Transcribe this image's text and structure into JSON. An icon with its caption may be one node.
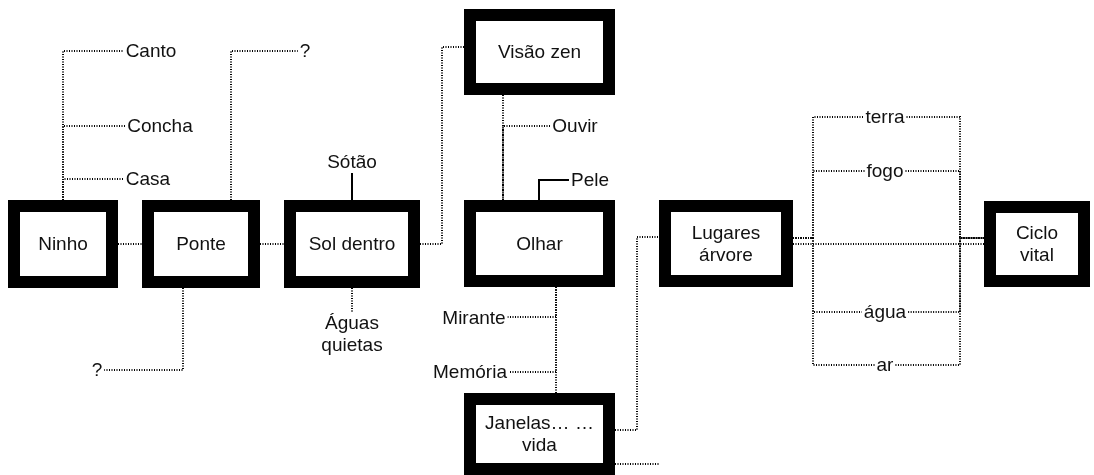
{
  "diagram": {
    "nodes": [
      {
        "text": [
          "Canto"
        ]
      },
      {
        "text": [
          "Concha"
        ]
      },
      {
        "text": [
          "Casa"
        ]
      },
      {
        "text": [
          "?"
        ]
      },
      {
        "text": [
          "Visão zen"
        ]
      },
      {
        "text": [
          "Ouvir"
        ]
      },
      {
        "text": [
          "terra"
        ]
      },
      {
        "text": [
          "Sótão"
        ]
      },
      {
        "text": [
          "Pele"
        ]
      },
      {
        "text": [
          "fogo"
        ]
      },
      {
        "text": [
          "Ninho"
        ]
      },
      {
        "text": [
          "Ponte"
        ]
      },
      {
        "text": [
          "Sol dentro"
        ]
      },
      {
        "text": [
          "Olhar"
        ]
      },
      {
        "text": [
          "Lugares árvore"
        ]
      },
      {
        "text": [
          "Ciclo vital"
        ]
      },
      {
        "text": [
          "Águas quietas"
        ]
      },
      {
        "text": [
          "Mirante"
        ]
      },
      {
        "text": [
          "água"
        ]
      },
      {
        "text": [
          "?"
        ]
      },
      {
        "text": [
          "Memória"
        ]
      },
      {
        "text": [
          "ar"
        ]
      },
      {
        "text": [
          "Janelas… … vida"
        ]
      }
    ],
    "edges": [
      {
        "from": 10,
        "to": 0,
        "arrow": "none",
        "style": "dashed"
      },
      {
        "from": 10,
        "to": 1,
        "arrow": "none",
        "style": "dashed"
      },
      {
        "from": 10,
        "to": 2,
        "arrow": "none",
        "style": "dashed"
      },
      {
        "from": 11,
        "to": 3,
        "arrow": "none",
        "style": "dashed"
      },
      {
        "from": 10,
        "to": 11,
        "arrow": "none",
        "style": "dashed"
      },
      {
        "from": 11,
        "to": 12,
        "arrow": "none",
        "style": "dashed"
      },
      {
        "from": 11,
        "to": 19,
        "arrow": "none",
        "style": "dashed"
      },
      {
        "from": 12,
        "to": 7,
        "arrow": "none"
      },
      {
        "from": 12,
        "to": 16,
        "arrow": "none",
        "style": "dashed"
      },
      {
        "from": 12,
        "to": 4,
        "arrow": "none",
        "style": "dashed"
      },
      {
        "from": 4,
        "to": 13,
        "arrow": "none",
        "style": "dashed"
      },
      {
        "from": 13,
        "to": 5,
        "arrow": "none",
        "style": "dashed"
      },
      {
        "from": 13,
        "to": 8,
        "arrow": "none"
      },
      {
        "from": 13,
        "to": 17,
        "arrow": "none",
        "style": "dashed"
      },
      {
        "from": 13,
        "to": 20,
        "arrow": "none",
        "style": "dashed"
      },
      {
        "from": 13,
        "to": 22,
        "arrow": "none",
        "style": "dashed"
      },
      {
        "from": 22,
        "to": 14,
        "arrow": "none",
        "style": "dashed"
      },
      {
        "from": 22,
        "to": null,
        "arrow": "none",
        "style": "dashed"
      },
      {
        "from": 14,
        "to": 15,
        "arrow": "none",
        "style": "dashed"
      },
      {
        "from": 14,
        "to": 6,
        "arrow": "none",
        "style": "dashed"
      },
      {
        "from": 14,
        "to": 9,
        "arrow": "none",
        "style": "dashed"
      },
      {
        "from": 14,
        "to": 18,
        "arrow": "none",
        "style": "dashed"
      },
      {
        "from": 14,
        "to": 21,
        "arrow": "none",
        "style": "dashed"
      },
      {
        "from": 6,
        "to": 15,
        "arrow": "none",
        "style": "dashed"
      },
      {
        "from": 9,
        "to": 15,
        "arrow": "none",
        "style": "dashed"
      },
      {
        "from": 18,
        "to": 15,
        "arrow": "none",
        "style": "dashed"
      },
      {
        "from": 21,
        "to": 15,
        "arrow": "none",
        "style": "dashed"
      }
    ]
  }
}
